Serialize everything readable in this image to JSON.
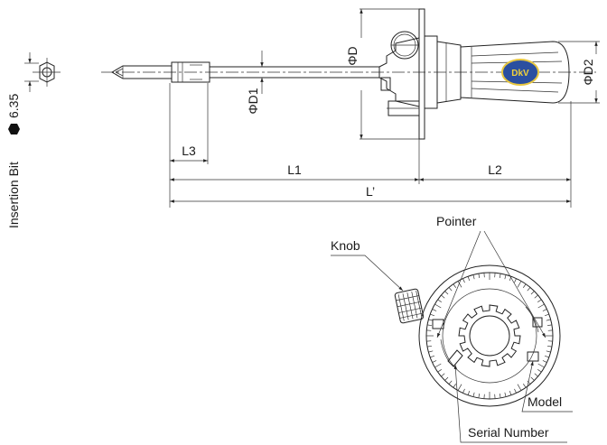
{
  "labels": {
    "phi_d": "ΦD",
    "phi_d1": "ΦD1",
    "phi_d2": "ΦD2",
    "l1": "L1",
    "l2": "L2",
    "l3": "L3",
    "l_prime": "L’",
    "insertion_bit": "Insertion Bit",
    "bit_size": "6.35",
    "pointer": "Pointer",
    "knob": "Knob",
    "model": "Model",
    "serial_number": "Serial Number"
  },
  "logo": {
    "text": "DkV",
    "colors": {
      "fill": "#2b4fa0",
      "text": "#f2d23a",
      "ring": "#e7c640"
    }
  },
  "icons": {
    "hexagon": "hexagon-icon"
  }
}
